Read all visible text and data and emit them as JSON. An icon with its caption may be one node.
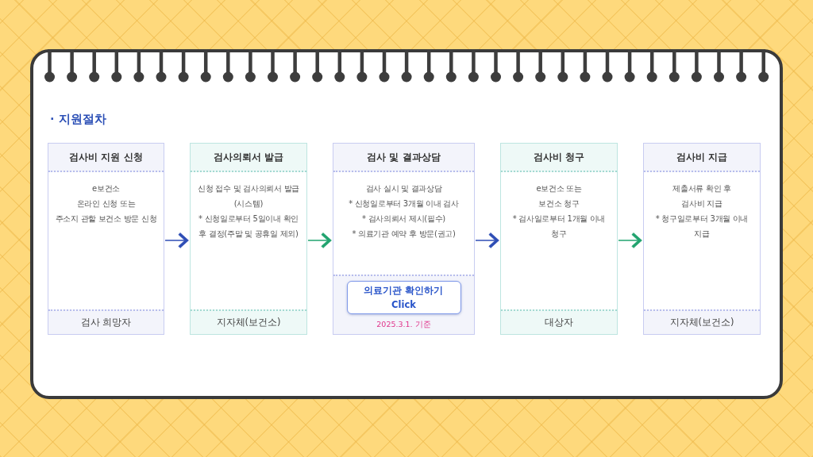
{
  "diagram": {
    "title": "· 지원절차",
    "nodes": [
      {
        "text": [
          "검사비 지원 신청",
          "e보건소 온라인 신청 또는 주소지 관할 보건소 방문 신청",
          "검사 희망자"
        ]
      },
      {
        "text": [
          "검사의뢰서 발급",
          "신청 접수 및 검사의뢰서 발급 (시스템)",
          "* 신청일로부터 5일이내 확인 후 결정(주말 및 공휴일 제외)",
          "지자체(보건소)"
        ]
      },
      {
        "text": [
          "검사 및 결과상담",
          "검사 실시 및 결과상담",
          "* 신청일로부터 3개월 이내 검사",
          "* 검사의뢰서 제시(필수)",
          "* 의료기관 예약 후 방문(권고)",
          "2025.3.1. 기준"
        ]
      },
      {
        "text": [
          "의료기관 확인하기 Click"
        ],
        "in": 2
      },
      {
        "text": [
          "검사비 청구",
          "e보건소 또는 보건소 청구",
          "* 검사일로부터 1개월 이내 청구",
          "대상자"
        ]
      },
      {
        "text": [
          "검사비 지급",
          "제출서류 확인 후 검사비 지급",
          "* 청구일로부터 3개월 이내 지급",
          "지자체(보건소)"
        ]
      }
    ],
    "edges": [
      {
        "from": 0,
        "to": 1,
        "arrow": "to",
        "color": "#2e4db5"
      },
      {
        "from": 1,
        "to": 2,
        "arrow": "to",
        "color": "#21a36f"
      },
      {
        "from": 2,
        "to": 4,
        "arrow": "to",
        "color": "#2e4db5"
      },
      {
        "from": 4,
        "to": 5,
        "arrow": "to",
        "color": "#21a36f"
      }
    ]
  }
}
